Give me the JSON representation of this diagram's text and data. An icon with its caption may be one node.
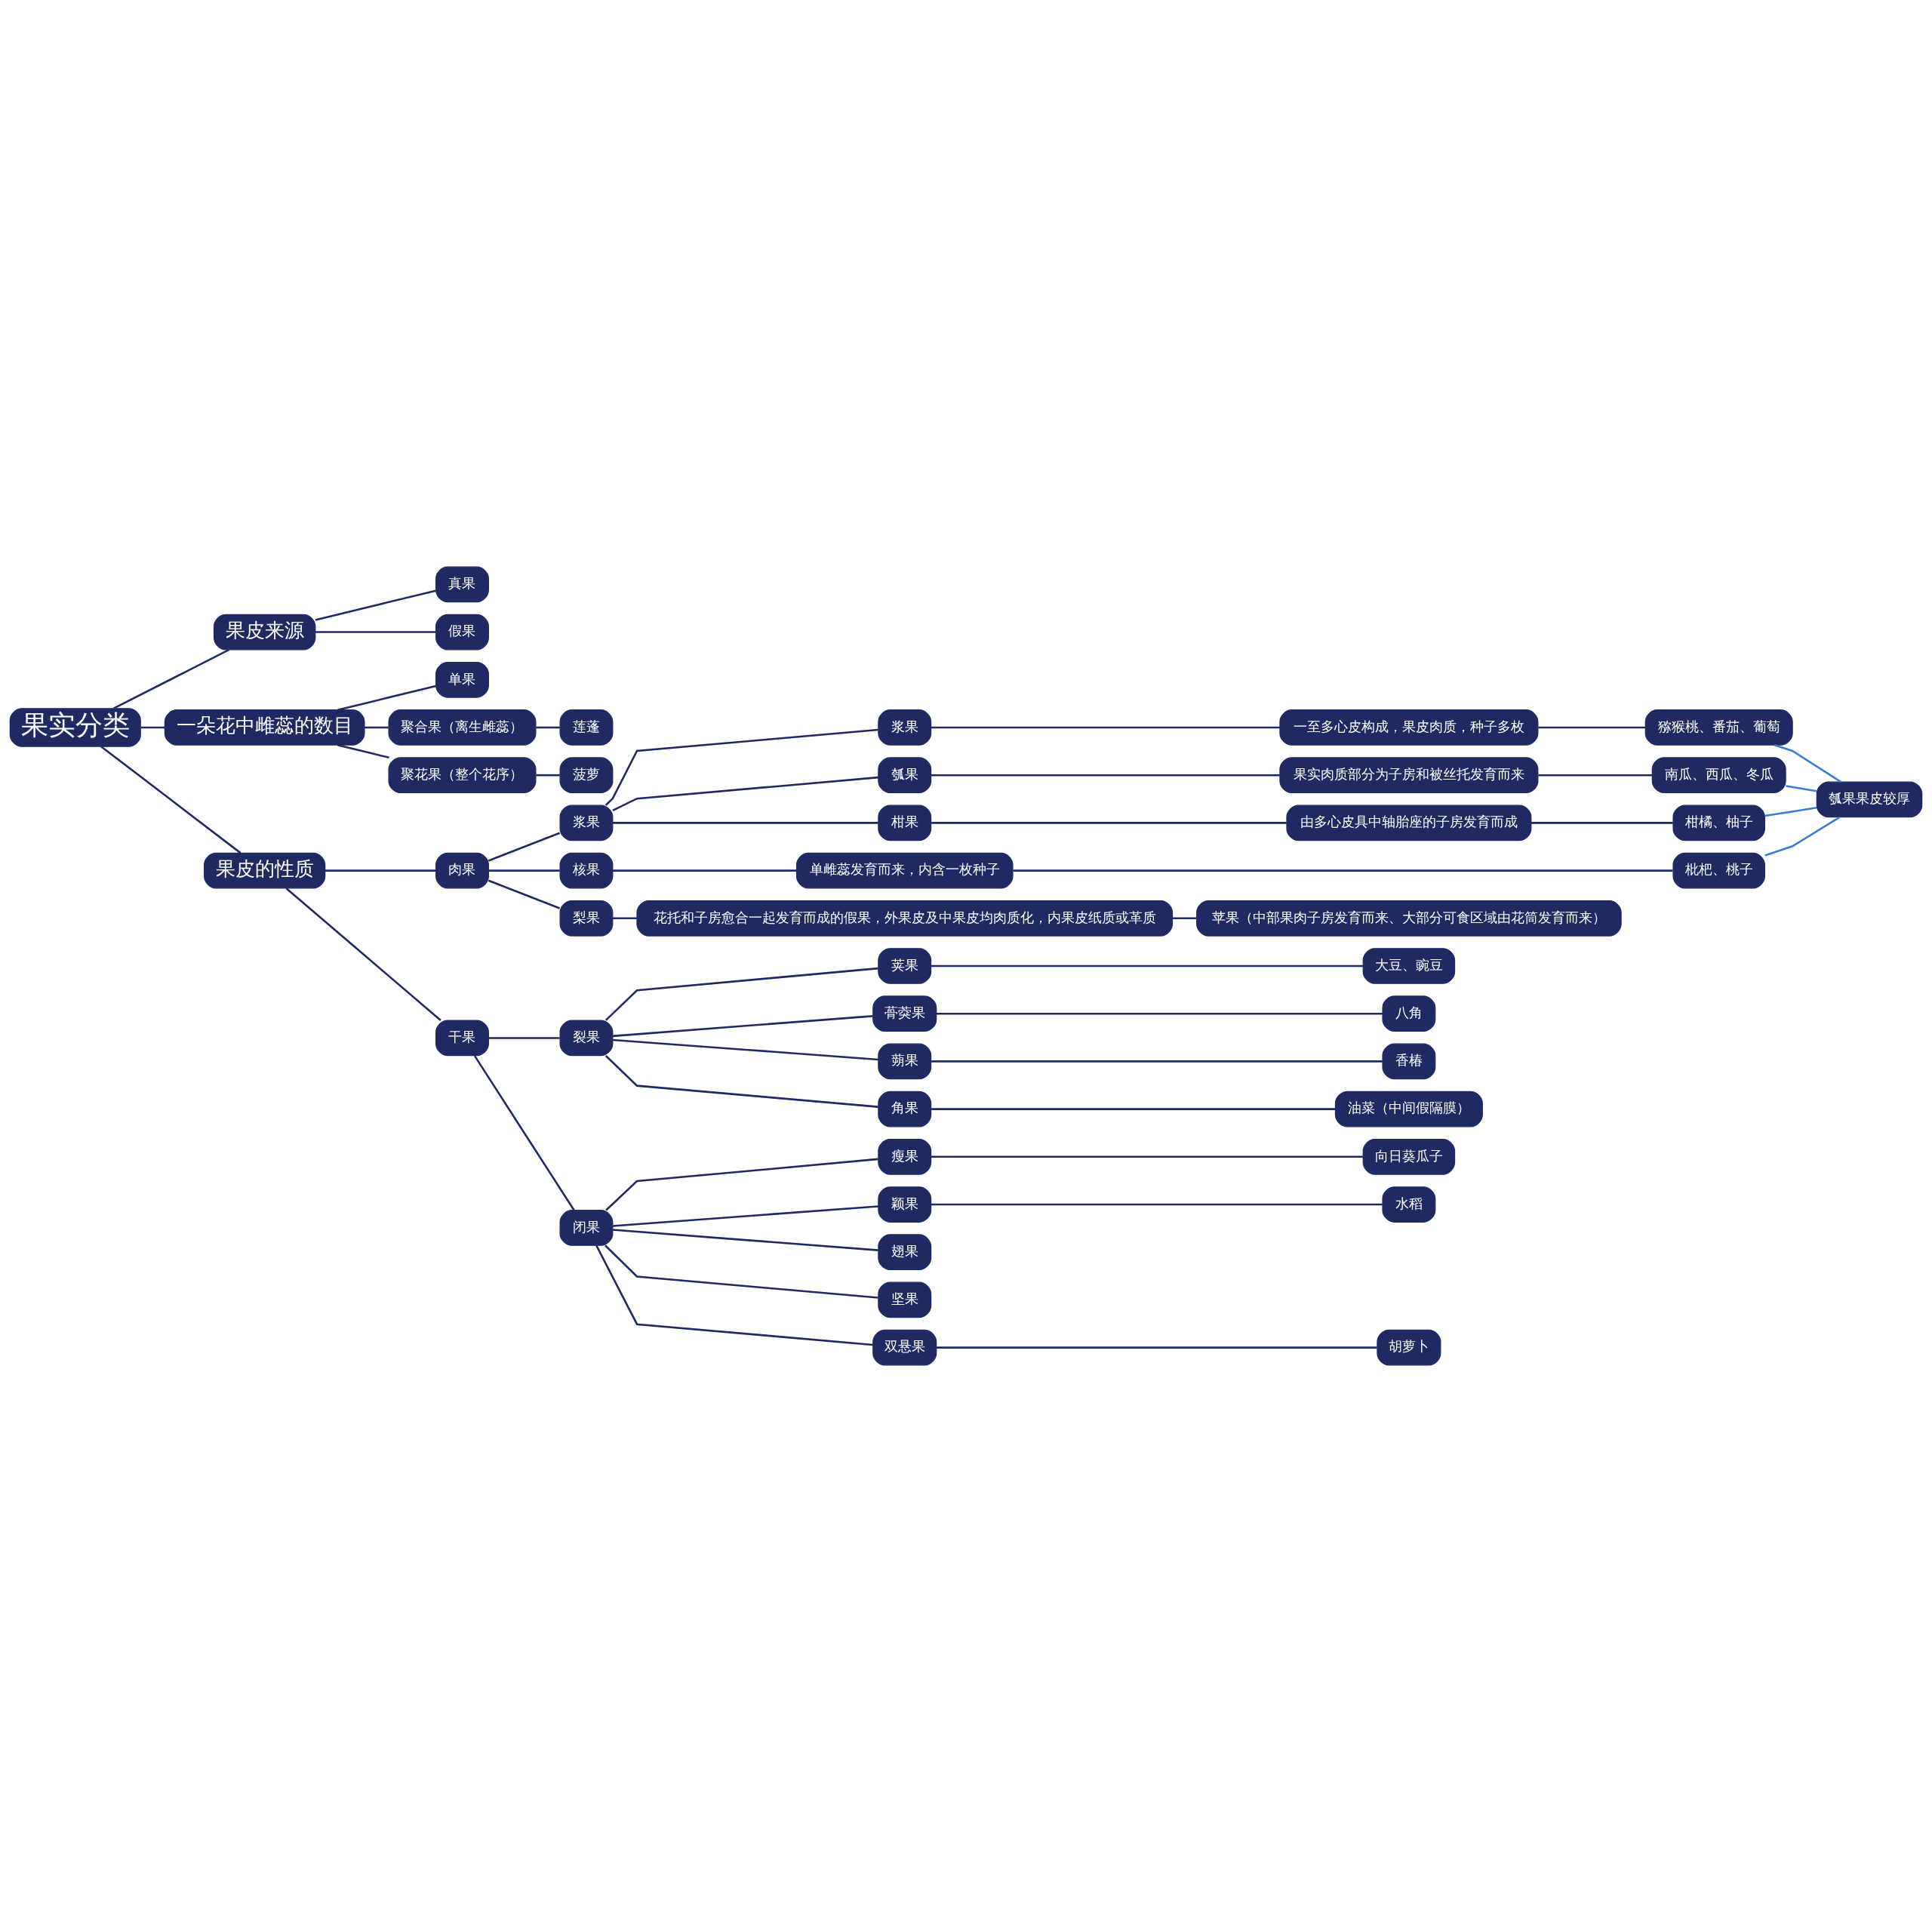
{
  "diagram": {
    "nodes": [
      {
        "text": [
          "果实分类"
        ]
      },
      {
        "text": [
          "果皮来源"
        ]
      },
      {
        "text": [
          "真果"
        ]
      },
      {
        "text": [
          "假果"
        ]
      },
      {
        "text": [
          "一朵花中雌蕊的数目"
        ]
      },
      {
        "text": [
          "单果"
        ]
      },
      {
        "text": [
          "聚合果（离生雌蕊）"
        ]
      },
      {
        "text": [
          "莲蓬"
        ]
      },
      {
        "text": [
          "聚花果（整个花序）"
        ]
      },
      {
        "text": [
          "菠萝"
        ]
      },
      {
        "text": [
          "果皮的性质"
        ]
      },
      {
        "text": [
          "肉果"
        ]
      },
      {
        "text": [
          "浆果"
        ]
      },
      {
        "text": [
          "浆果"
        ]
      },
      {
        "text": [
          "一至多心皮构成，果皮肉质，种子多枚"
        ]
      },
      {
        "text": [
          "猕猴桃、番茄、葡萄"
        ]
      },
      {
        "text": [
          "瓠果"
        ]
      },
      {
        "text": [
          "果实肉质部分为子房和被丝托发育而来"
        ]
      },
      {
        "text": [
          "南瓜、西瓜、冬瓜"
        ]
      },
      {
        "text": [
          "柑果"
        ]
      },
      {
        "text": [
          "由多心皮具中轴胎座的子房发育而成"
        ]
      },
      {
        "text": [
          "柑橘、柚子"
        ]
      },
      {
        "text": [
          "核果"
        ]
      },
      {
        "text": [
          "单雌蕊发育而来，内含一枚种子"
        ]
      },
      {
        "text": [
          "枇杷、桃子"
        ]
      },
      {
        "text": [
          "梨果"
        ]
      },
      {
        "text": [
          "花托和子房愈合一起发育而成的假果，外果皮及中果皮均肉质化，内果皮纸质或革质"
        ]
      },
      {
        "text": [
          "苹果（中部果肉子房发育而来、大部分可食区域由花筒发育而来）"
        ]
      },
      {
        "text": [
          "瓠果果皮较厚"
        ]
      },
      {
        "text": [
          "干果"
        ]
      },
      {
        "text": [
          "裂果"
        ]
      },
      {
        "text": [
          "荚果"
        ]
      },
      {
        "text": [
          "大豆、豌豆"
        ]
      },
      {
        "text": [
          "蓇葖果"
        ]
      },
      {
        "text": [
          "八角"
        ]
      },
      {
        "text": [
          "蒴果"
        ]
      },
      {
        "text": [
          "香椿"
        ]
      },
      {
        "text": [
          "角果"
        ]
      },
      {
        "text": [
          "油菜（中间假隔膜）"
        ]
      },
      {
        "text": [
          "闭果"
        ]
      },
      {
        "text": [
          "瘦果"
        ]
      },
      {
        "text": [
          "向日葵瓜子"
        ]
      },
      {
        "text": [
          "颖果"
        ]
      },
      {
        "text": [
          "水稻"
        ]
      },
      {
        "text": [
          "翅果"
        ]
      },
      {
        "text": [
          "坚果"
        ]
      },
      {
        "text": [
          "双悬果"
        ]
      },
      {
        "text": [
          "胡萝卜"
        ]
      }
    ],
    "edges": [
      {
        "from": 0,
        "to": 1,
        "arrow": "none"
      },
      {
        "from": 1,
        "to": 2,
        "arrow": "none"
      },
      {
        "from": 1,
        "to": 3,
        "arrow": "none"
      },
      {
        "from": 0,
        "to": 4,
        "arrow": "none"
      },
      {
        "from": 4,
        "to": 5,
        "arrow": "none"
      },
      {
        "from": 4,
        "to": 6,
        "arrow": "none"
      },
      {
        "from": 6,
        "to": 7,
        "arrow": "none"
      },
      {
        "from": 4,
        "to": 8,
        "arrow": "none"
      },
      {
        "from": 8,
        "to": 9,
        "arrow": "none"
      },
      {
        "from": 0,
        "to": 10,
        "arrow": "none"
      },
      {
        "from": 10,
        "to": 11,
        "arrow": "none"
      },
      {
        "from": 11,
        "to": 12,
        "arrow": "none"
      },
      {
        "from": 12,
        "to": 13,
        "arrow": "none"
      },
      {
        "from": 13,
        "to": 14,
        "arrow": "none"
      },
      {
        "from": 14,
        "to": 15,
        "arrow": "none"
      },
      {
        "from": 12,
        "to": 16,
        "arrow": "none"
      },
      {
        "from": 16,
        "to": 17,
        "arrow": "none"
      },
      {
        "from": 17,
        "to": 18,
        "arrow": "none"
      },
      {
        "from": 12,
        "to": 19,
        "arrow": "none"
      },
      {
        "from": 19,
        "to": 20,
        "arrow": "none"
      },
      {
        "from": 20,
        "to": 21,
        "arrow": "none"
      },
      {
        "from": 11,
        "to": 22,
        "arrow": "none"
      },
      {
        "from": 22,
        "to": 23,
        "arrow": "none"
      },
      {
        "from": 23,
        "to": 24,
        "arrow": "none"
      },
      {
        "from": 11,
        "to": 25,
        "arrow": "none"
      },
      {
        "from": 25,
        "to": 26,
        "arrow": "none"
      },
      {
        "from": 26,
        "to": 27,
        "arrow": "none"
      },
      {
        "from": 15,
        "to": 28,
        "arrow": "none",
        "color": "#3a7bd5"
      },
      {
        "from": 18,
        "to": 28,
        "arrow": "none",
        "color": "#3a7bd5"
      },
      {
        "from": 21,
        "to": 28,
        "arrow": "none",
        "color": "#3a7bd5"
      },
      {
        "from": 24,
        "to": 28,
        "arrow": "none",
        "color": "#3a7bd5"
      },
      {
        "from": 10,
        "to": 29,
        "arrow": "none"
      },
      {
        "from": 29,
        "to": 30,
        "arrow": "none"
      },
      {
        "from": 30,
        "to": 31,
        "arrow": "none"
      },
      {
        "from": 31,
        "to": 32,
        "arrow": "none"
      },
      {
        "from": 30,
        "to": 33,
        "arrow": "none"
      },
      {
        "from": 33,
        "to": 34,
        "arrow": "none"
      },
      {
        "from": 30,
        "to": 35,
        "arrow": "none"
      },
      {
        "from": 35,
        "to": 36,
        "arrow": "none"
      },
      {
        "from": 30,
        "to": 37,
        "arrow": "none"
      },
      {
        "from": 37,
        "to": 38,
        "arrow": "none"
      },
      {
        "from": 29,
        "to": 39,
        "arrow": "none"
      },
      {
        "from": 39,
        "to": 40,
        "arrow": "none"
      },
      {
        "from": 40,
        "to": 41,
        "arrow": "none"
      },
      {
        "from": 39,
        "to": 42,
        "arrow": "none"
      },
      {
        "from": 42,
        "to": 43,
        "arrow": "none"
      },
      {
        "from": 39,
        "to": 44,
        "arrow": "none"
      },
      {
        "from": 39,
        "to": 45,
        "arrow": "none"
      },
      {
        "from": 39,
        "to": 46,
        "arrow": "none"
      },
      {
        "from": 46,
        "to": 47,
        "arrow": "none"
      }
    ]
  }
}
